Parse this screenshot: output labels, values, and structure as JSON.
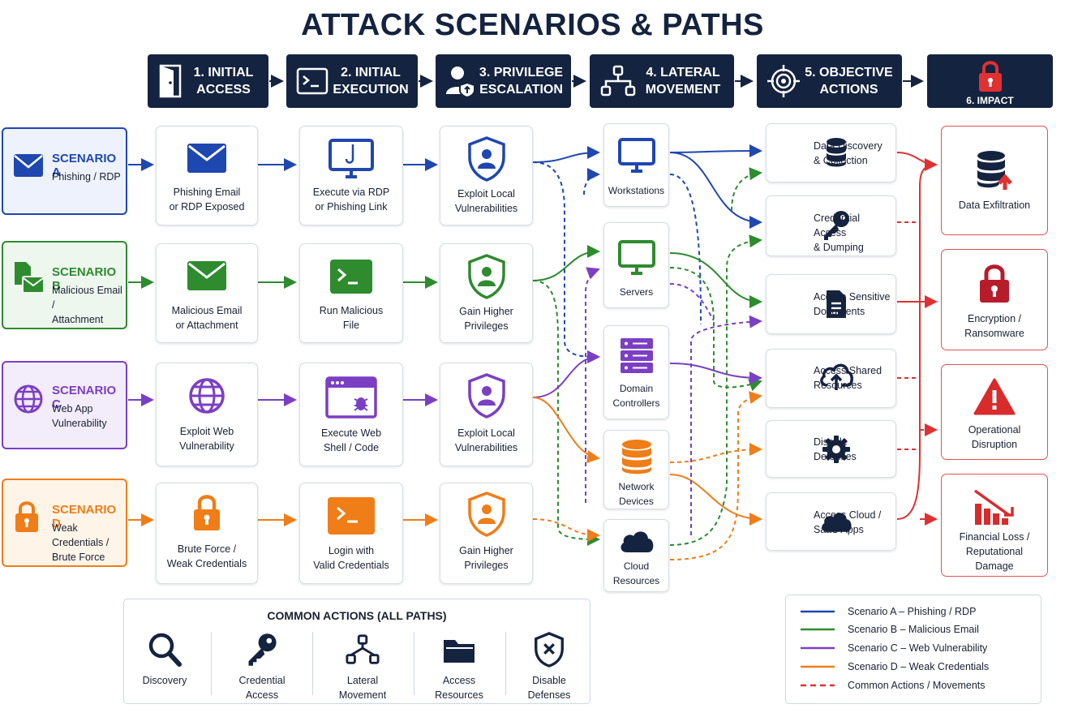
{
  "title": "ATTACK SCENARIOS & PATHS",
  "colors": {
    "navy": "#14233f",
    "blue": "#1f47b0",
    "green": "#2e8b2e",
    "purple": "#7b3fc4",
    "orange": "#ef7d18",
    "red": "#e03131"
  },
  "stages": [
    {
      "label": "1. INITIAL\nACCESS",
      "icon": "door-icon"
    },
    {
      "label": "2. INITIAL\nEXECUTION",
      "icon": "terminal-icon"
    },
    {
      "label": "3. PRIVILEGE\nESCALATION",
      "icon": "user-shield-icon"
    },
    {
      "label": "4. LATERAL\nMOVEMENT",
      "icon": "network-icon"
    },
    {
      "label": "5. OBJECTIVE\nACTIONS",
      "icon": "target-icon"
    },
    {
      "label": "6. IMPACT",
      "icon": "lock-icon"
    }
  ],
  "scenarios": [
    {
      "name": "SCENARIO A",
      "desc": "Phishing / RDP",
      "icon": "envelope-icon",
      "color": "#1f47b0",
      "bg": "#edf2fd",
      "access": "Phishing Email\nor RDP Exposed",
      "execution": "Execute via RDP\nor Phishing Link",
      "escalation": "Exploit Local\nVulnerabilities"
    },
    {
      "name": "SCENARIO B",
      "desc": "Malicious Email /\nAttachment",
      "icon": "email-attachment-icon",
      "color": "#2e8b2e",
      "bg": "#eef7ee",
      "access": "Malicious Email\nor Attachment",
      "execution": "Run Malicious\nFile",
      "escalation": "Gain Higher\nPrivileges"
    },
    {
      "name": "SCENARIO C",
      "desc": "Web App\nVulnerability",
      "icon": "globe-icon",
      "color": "#7b3fc4",
      "bg": "#f3ecfb",
      "access": "Exploit Web\nVulnerability",
      "execution": "Execute Web\nShell / Code",
      "escalation": "Exploit Local\nVulnerabilities"
    },
    {
      "name": "SCENARIO D",
      "desc": "Weak Credentials /\nBrute Force",
      "icon": "padlock-icon",
      "color": "#ef7d18",
      "bg": "#fff4e8",
      "access": "Brute Force /\nWeak Credentials",
      "execution": "Login with\nValid Credentials",
      "escalation": "Gain Higher\nPrivileges"
    }
  ],
  "lateral": [
    {
      "label": "Workstations",
      "icon": "monitor-icon"
    },
    {
      "label": "Servers",
      "icon": "monitor-icon"
    },
    {
      "label": "Domain\nControllers",
      "icon": "server-rack-icon"
    },
    {
      "label": "Network\nDevices",
      "icon": "database-icon"
    },
    {
      "label": "Cloud\nResources",
      "icon": "cloud-icon"
    }
  ],
  "objectives": [
    {
      "label": "Data Discovery\n& Collection",
      "icon": "database-icon"
    },
    {
      "label": "Credential Access\n& Dumping",
      "icon": "key-icon"
    },
    {
      "label": "Access Sensitive\nDocuments",
      "icon": "document-icon"
    },
    {
      "label": "Access Shared\nResources",
      "icon": "cloud-upload-icon"
    },
    {
      "label": "Disable\nDefenses",
      "icon": "gear-icon"
    },
    {
      "label": "Access Cloud /\nSaaS Apps",
      "icon": "cloud-icon"
    }
  ],
  "impacts": [
    {
      "label": "Data Exfiltration",
      "icon": "database-upload-icon"
    },
    {
      "label": "Encryption /\nRansomware",
      "icon": "lock-icon"
    },
    {
      "label": "Operational\nDisruption",
      "icon": "warning-icon"
    },
    {
      "label": "Financial Loss /\nReputational\nDamage",
      "icon": "chart-down-icon"
    }
  ],
  "common_actions": {
    "title": "COMMON ACTIONS (ALL PATHS)",
    "items": [
      {
        "label": "Discovery",
        "icon": "magnifier-icon"
      },
      {
        "label": "Credential\nAccess",
        "icon": "key-icon"
      },
      {
        "label": "Lateral\nMovement",
        "icon": "network-icon"
      },
      {
        "label": "Access\nResources",
        "icon": "folder-icon"
      },
      {
        "label": "Disable\nDefenses",
        "icon": "shield-x-icon"
      }
    ]
  },
  "legend": [
    {
      "label": "Scenario A – Phishing / RDP",
      "color": "#1f47b0",
      "style": "solid"
    },
    {
      "label": "Scenario B – Malicious Email",
      "color": "#2e8b2e",
      "style": "solid"
    },
    {
      "label": "Scenario C – Web Vulnerability",
      "color": "#7b3fc4",
      "style": "solid"
    },
    {
      "label": "Scenario D – Weak Credentials",
      "color": "#ef7d18",
      "style": "solid"
    },
    {
      "label": "Common Actions / Movements",
      "color": "#e03131",
      "style": "dashed"
    }
  ]
}
